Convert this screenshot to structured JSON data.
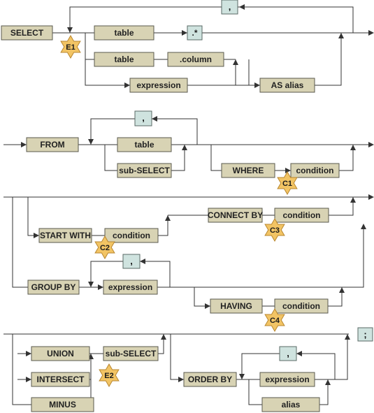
{
  "nodes": {
    "select": "SELECT",
    "table_star": "table",
    "star_suffix": ".*",
    "table_col": "table",
    "column_suffix": ".column",
    "expression_sel": "expression",
    "as_alias": "AS alias",
    "from": "FROM",
    "table_from": "table",
    "subselect_from": "sub-SELECT",
    "where": "WHERE",
    "where_condition": "condition",
    "connect_by": "CONNECT BY",
    "connect_condition": "condition",
    "start_with": "START WITH",
    "start_condition": "condition",
    "group_by": "GROUP BY",
    "group_expression": "expression",
    "having": "HAVING",
    "having_condition": "condition",
    "union": "UNION",
    "intersect": "INTERSECT",
    "minus": "MINUS",
    "subselect_set": "sub-SELECT",
    "order_by": "ORDER BY",
    "order_expression": "expression",
    "order_alias": "alias"
  },
  "separators": {
    "comma_select": ",",
    "comma_from": ",",
    "comma_group": ",",
    "comma_order": ",",
    "semicolon": ";"
  },
  "markers": {
    "e1": "E1",
    "c1": "C1",
    "c2": "C2",
    "c3": "C3",
    "c4": "C4",
    "e2": "E2"
  }
}
